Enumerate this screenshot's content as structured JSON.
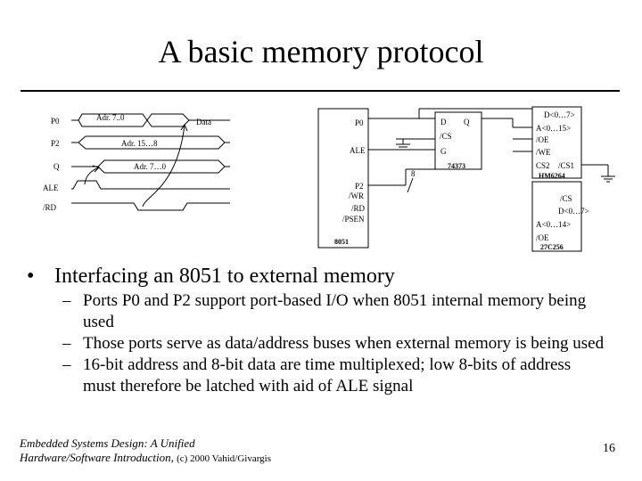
{
  "slide": {
    "title": "A basic memory protocol",
    "bullet": "Interfacing an 8051 to external memory",
    "bullet_marker": "•",
    "sub_marker": "–",
    "subbullets": [
      "Ports P0 and P2 support port-based I/O when 8051 internal memory being used",
      "Those ports serve as data/address buses when external memory is being used",
      "16-bit address and 8-bit data are time multiplexed; low 8-bits of address must therefore be latched with aid of ALE signal"
    ],
    "footer_line1": "Embedded Systems Design: A Unified",
    "footer_line2": "Hardware/Software Introduction,",
    "footer_credit": "(c) 2000 Vahid/Givargis",
    "page_number": "16"
  },
  "timing": {
    "signals": [
      "P0",
      "P2",
      "Q",
      "ALE",
      "/RD"
    ],
    "p0_addr": "Adr. 7..0",
    "p0_data": "Data",
    "p2_addr": "Adr. 15…8",
    "q_addr": "Adr. 7…0"
  },
  "schematic": {
    "mcu": {
      "pin_p0": "P0",
      "pin_ale": "ALE",
      "pin_p2": "P2",
      "pin_wr": "/WR",
      "pin_rd": "/RD",
      "pin_psen": "/PSEN",
      "name": "8051"
    },
    "latch": {
      "pin_d": "D",
      "pin_q": "Q",
      "pin_g": "G",
      "pin_cs": "/CS",
      "name": "74373"
    },
    "bus_width": "8",
    "ram": {
      "data": "D<0…7>",
      "addr": "A<0…15>",
      "oe": "/OE",
      "we": "/WE",
      "cs2": "CS2",
      "cs1": "/CS1",
      "name": "HM6264"
    },
    "rom": {
      "cs": "/CS",
      "data": "D<0…7>",
      "addr": "A<0…14>",
      "oe": "/OE",
      "name": "27C256"
    }
  }
}
